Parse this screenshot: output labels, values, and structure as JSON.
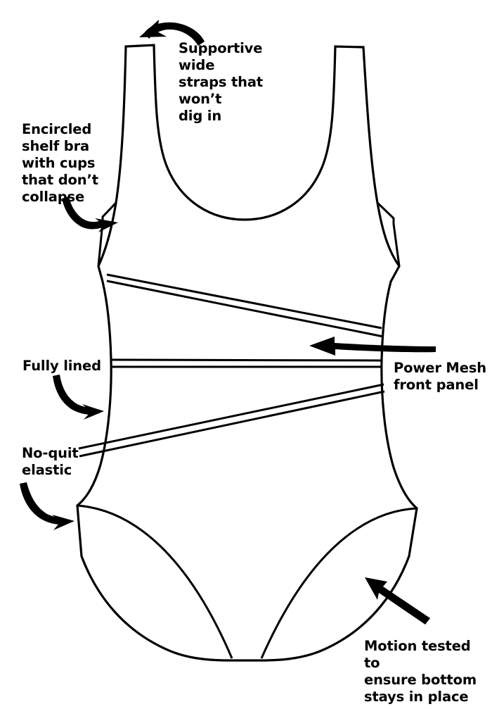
{
  "illustration": {
    "name": "one-piece-swimsuit-line-drawing",
    "stroke_color": "#000000",
    "fill_color": "#ffffff",
    "background_color": "#ffffff"
  },
  "callouts": [
    {
      "id": "supportive-straps",
      "text": "Supportive wide\nstraps that won’t\ndig in",
      "arrow": "curved-arrow-left-up"
    },
    {
      "id": "shelf-bra",
      "text": "Encircled\nshelf bra\nwith cups\nthat don’t\ncollapse",
      "arrow": "curved-arrow-right"
    },
    {
      "id": "fully-lined",
      "text": "Fully lined",
      "arrow": "curved-arrow-down-right"
    },
    {
      "id": "no-quit-elastic",
      "text": "No-quit\nelastic",
      "arrow": "curved-arrow-down-right"
    },
    {
      "id": "power-mesh",
      "text": "Power Mesh\nfront panel",
      "arrow": "straight-arrow-left"
    },
    {
      "id": "motion-tested",
      "text": "Motion tested to\nensure bottom\nstays in place",
      "arrow": "straight-arrow-up-left"
    }
  ]
}
